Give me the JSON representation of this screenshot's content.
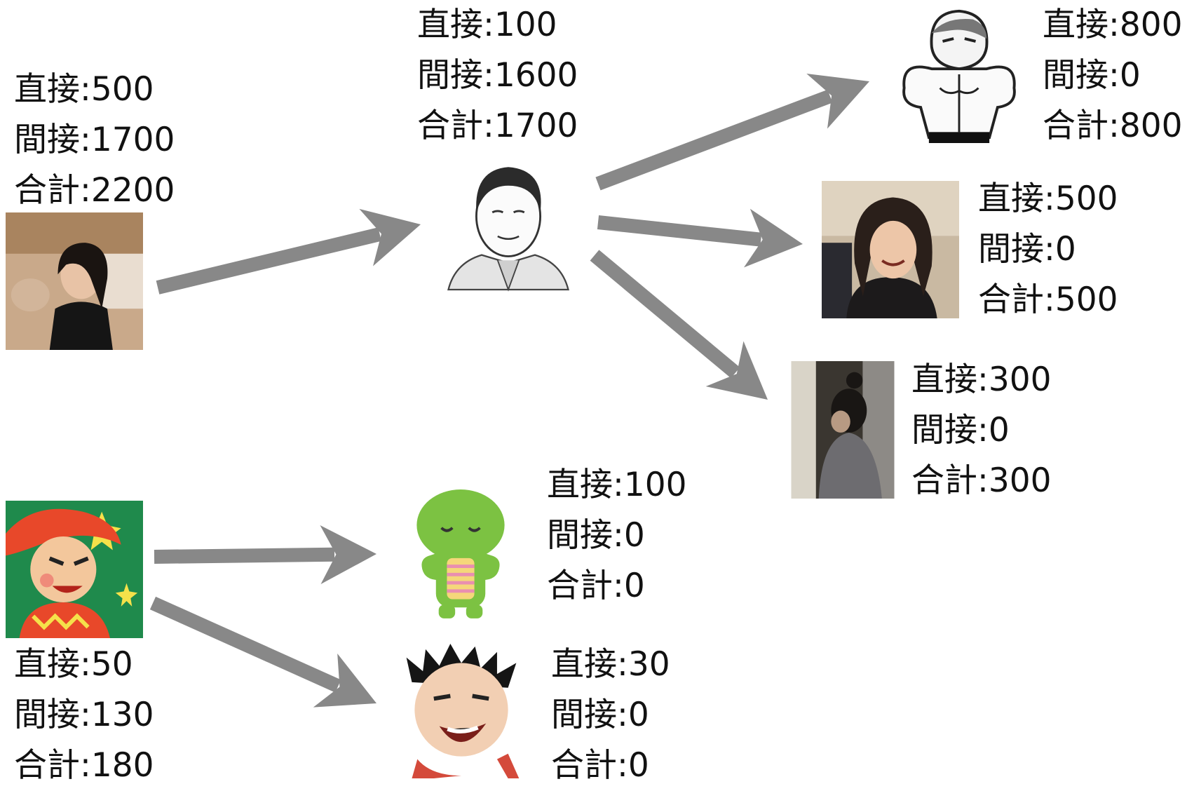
{
  "arrow_color": "#888888",
  "nodes": {
    "root_a": {
      "avatar_icon": "woman-black-top-photo-icon",
      "direct": "直接:500",
      "indirect": "間接:1700",
      "total": "合計:2200"
    },
    "mid_a": {
      "avatar_icon": "man-in-suit-sketch-icon",
      "direct": "直接:100",
      "indirect": "間接:1600",
      "total": "合計:1700"
    },
    "leaf_a1": {
      "avatar_icon": "muscle-man-cartoon-icon",
      "direct": "直接:800",
      "indirect": "間接:0",
      "total": "合計:800"
    },
    "leaf_a2": {
      "avatar_icon": "smiling-woman-photo-icon",
      "direct": "直接:500",
      "indirect": "間接:0",
      "total": "合計:500"
    },
    "leaf_a3": {
      "avatar_icon": "woman-by-window-photo-icon",
      "direct": "直接:300",
      "indirect": "間接:0",
      "total": "合計:300"
    },
    "root_b": {
      "avatar_icon": "boy-red-hat-cartoon-icon",
      "direct": "直接:50",
      "indirect": "間接:130",
      "total": "合計:180"
    },
    "leaf_b1": {
      "avatar_icon": "green-creature-mascot-icon",
      "direct": "直接:100",
      "indirect": "間接:0",
      "total": "合計:0"
    },
    "leaf_b2": {
      "avatar_icon": "laughing-man-illustration-icon",
      "direct": "直接:30",
      "indirect": "間接:0",
      "total": "合計:0"
    }
  },
  "edges": [
    {
      "from": "root_a",
      "to": "mid_a"
    },
    {
      "from": "mid_a",
      "to": "leaf_a1"
    },
    {
      "from": "mid_a",
      "to": "leaf_a2"
    },
    {
      "from": "mid_a",
      "to": "leaf_a3"
    },
    {
      "from": "root_b",
      "to": "leaf_b1"
    },
    {
      "from": "root_b",
      "to": "leaf_b2"
    }
  ]
}
